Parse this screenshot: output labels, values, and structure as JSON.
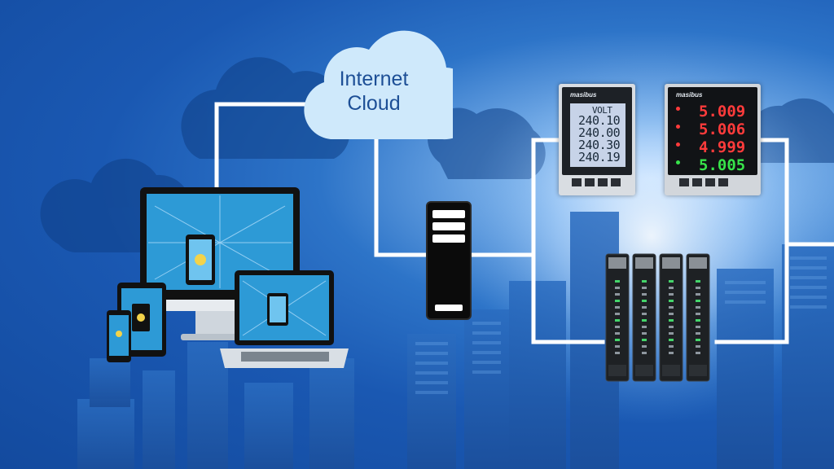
{
  "cloud": {
    "line1": "Internet",
    "line2": "Cloud"
  },
  "meter_lcd": {
    "brand": "masibus",
    "lines": [
      "VOLT",
      "240.10",
      "240.00",
      "240.30",
      "240.19"
    ]
  },
  "meter_led": {
    "brand": "masibus",
    "lines": [
      "5.009",
      "5.006",
      "4.999",
      "5.005"
    ],
    "colors": [
      "#ff3b3b",
      "#ff3b3b",
      "#ff3b3b",
      "#37e34a"
    ]
  },
  "colors": {
    "background": "#1a58b2",
    "network_lines": "#ffffff",
    "cloud": "#cfe9fb",
    "cloud_text": "#1d4f96"
  },
  "icons": [
    "cloud-icon",
    "server-icon",
    "desktop-monitor-icon",
    "laptop-icon",
    "tablet-icon",
    "smartphone-icon",
    "panel-meter-icon",
    "din-rail-module-icon",
    "city-skyline-icon"
  ]
}
